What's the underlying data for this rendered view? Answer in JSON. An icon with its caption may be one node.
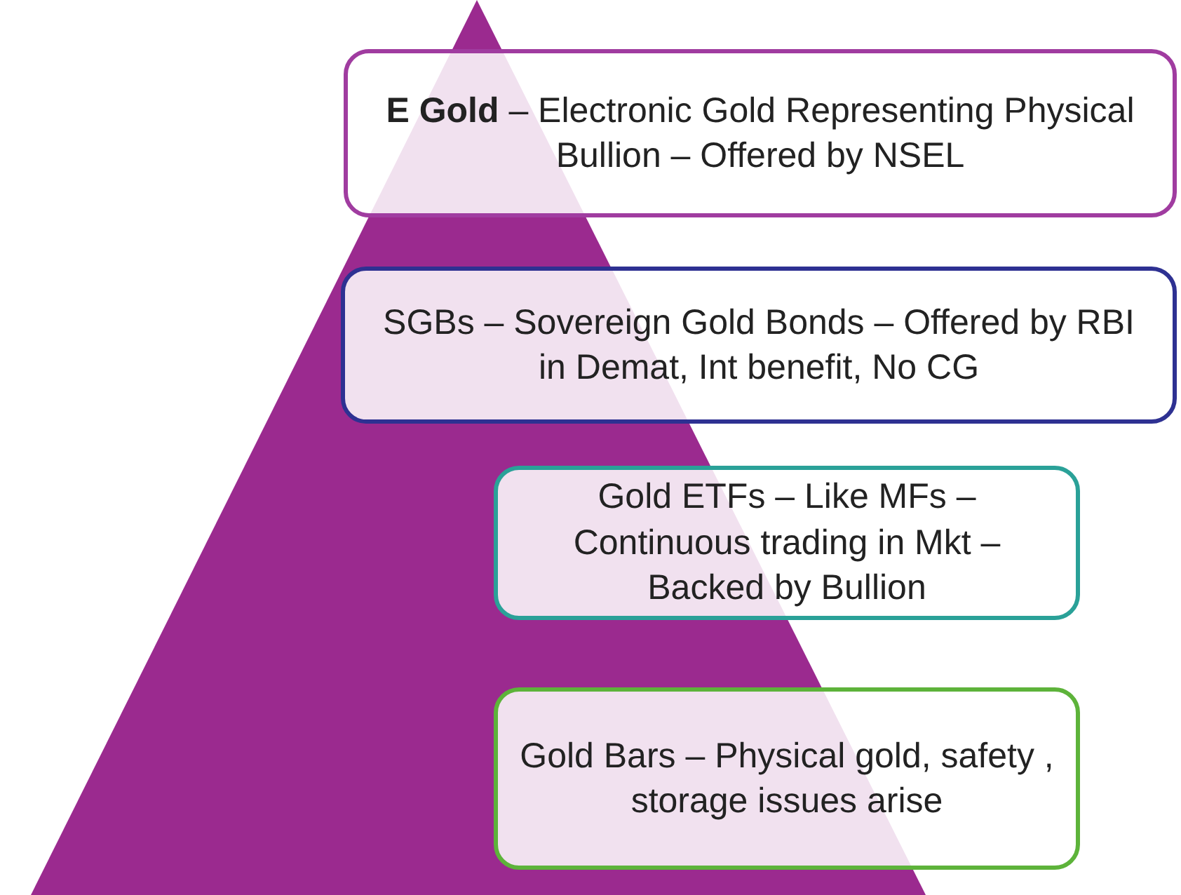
{
  "diagram": {
    "nodes": [
      {
        "text": [
          "**E Gold** – Electronic Gold Representing Physical Bullion – Offered by NSEL"
        ]
      },
      {
        "text": [
          "SGBs – Sovereign Gold Bonds – Offered by RBI in Demat, Int benefit, No CG"
        ]
      },
      {
        "text": [
          "Gold ETFs – Like MFs – Continuous trading in Mkt – Backed by Bullion"
        ]
      },
      {
        "text": [
          "Gold Bars – Physical gold, safety , storage issues arise"
        ]
      }
    ],
    "edges": []
  }
}
